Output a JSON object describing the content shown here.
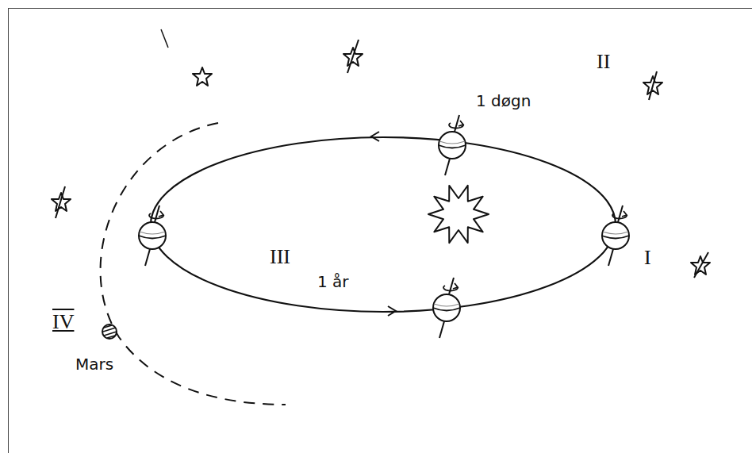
{
  "diagram": {
    "labels": [
      "II",
      "1 døgn",
      "III",
      "I",
      "1 år",
      "IV",
      "Mars"
    ]
  }
}
